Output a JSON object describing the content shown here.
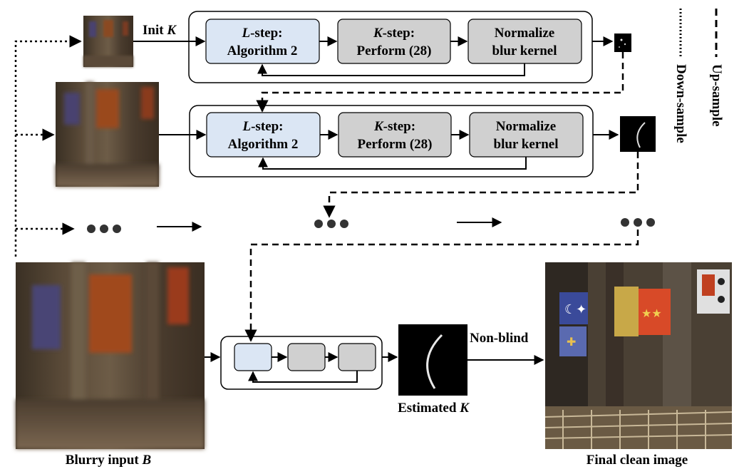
{
  "labels": {
    "init": "Init ",
    "init_k": "K",
    "non_blind": "Non-blind",
    "estimated": "Estimated ",
    "estimated_k": "K",
    "blurry": "Blurry input ",
    "blurry_b": "B",
    "final": "Final clean image"
  },
  "stage1": {
    "lstep_var": "L",
    "lstep_rest": "-step:",
    "lstep_sub": "Algorithm 2",
    "kstep_var": "K",
    "kstep_rest": "-step:",
    "kstep_sub": "Perform (28)",
    "norm_line1": "Normalize",
    "norm_line2": "blur kernel"
  },
  "stage2": {
    "lstep_var": "L",
    "lstep_rest": "-step:",
    "lstep_sub": "Algorithm 2",
    "kstep_var": "K",
    "kstep_rest": "-step:",
    "kstep_sub": "Perform (28)",
    "norm_line1": "Normalize",
    "norm_line2": "blur kernel"
  },
  "legend": {
    "upsample": "Up-sample",
    "downsample": "Down-sample"
  },
  "colors": {
    "lstep_fill": "#dbe6f4",
    "gray_fill": "#d0d0d0",
    "box_stroke": "#000000"
  }
}
